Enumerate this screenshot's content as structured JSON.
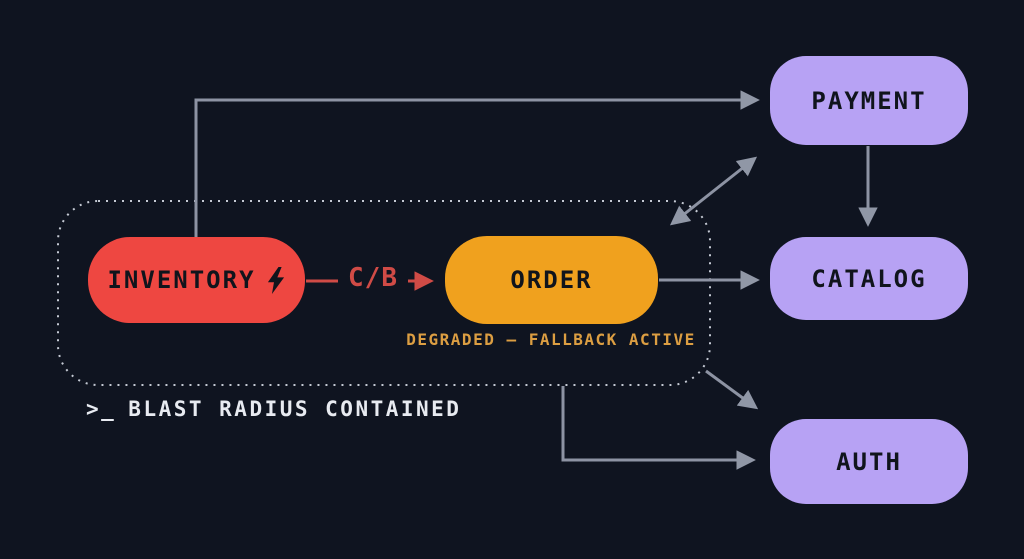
{
  "nodes": {
    "inventory": {
      "label": "INVENTORY",
      "icon": "lightning-bolt-icon"
    },
    "order": {
      "label": "ORDER",
      "status": "DEGRADED — FALLBACK ACTIVE"
    },
    "payment": {
      "label": "PAYMENT"
    },
    "catalog": {
      "label": "CATALOG"
    },
    "auth": {
      "label": "AUTH"
    }
  },
  "edges": {
    "inventory_order_label": "C/B"
  },
  "boundary": {
    "prompt": ">_",
    "message": "BLAST RADIUS CONTAINED"
  },
  "colors": {
    "background": "#0f1420",
    "inventory_fill": "#ee4741",
    "order_fill": "#f0a11e",
    "service_fill": "#b7a2f4",
    "node_text": "#10141c",
    "edge_gray": "#8d93a3",
    "edge_red": "#d04b46",
    "status_text": "#dc9e42",
    "boundary_stroke": "#c5cad4",
    "footer_text": "#e8ebf1"
  }
}
